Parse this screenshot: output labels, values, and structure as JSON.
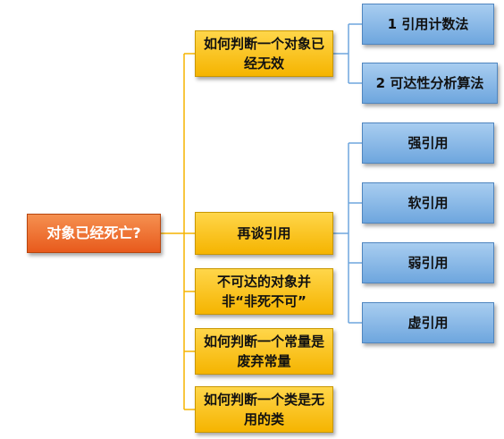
{
  "root": {
    "label": "对象已经死亡?"
  },
  "branches": [
    {
      "label": "如何判断一个对象已经无效"
    },
    {
      "label": "再谈引用"
    },
    {
      "label": "不可达的对象并非“非死不可”"
    },
    {
      "label": "如何判断一个常量是废弃常量"
    },
    {
      "label": "如何判断一个类是无用的类"
    }
  ],
  "leaves": {
    "invalid": [
      {
        "label": "1 引用计数法"
      },
      {
        "label": "2 可达性分析算法"
      }
    ],
    "references": [
      {
        "label": "强引用"
      },
      {
        "label": "软引用"
      },
      {
        "label": "弱引用"
      },
      {
        "label": "虚引用"
      }
    ]
  },
  "colors": {
    "root": "#e85a1c",
    "branch": "#f5b400",
    "leaf": "#6ea6de",
    "connector_orange": "#f5b400",
    "connector_blue": "#6ea6de"
  }
}
